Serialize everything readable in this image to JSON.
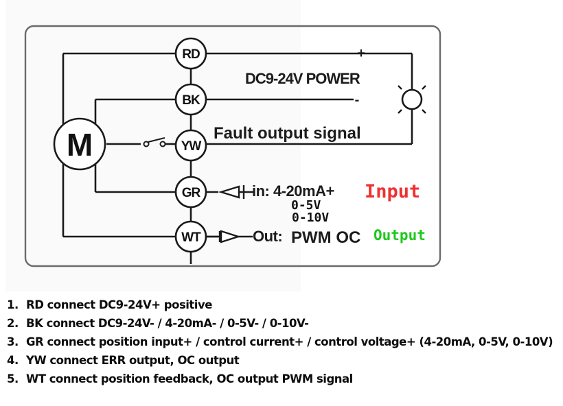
{
  "diagram": {
    "nodes": [
      {
        "id": "RD",
        "label": "RD"
      },
      {
        "id": "BK",
        "label": "BK"
      },
      {
        "id": "YW",
        "label": "YW"
      },
      {
        "id": "GR",
        "label": "GR"
      },
      {
        "id": "WT",
        "label": "WT"
      }
    ],
    "motor_label": "M",
    "power_plus": "+",
    "power_minus": "-",
    "power_label": "DC9-24V POWER",
    "fault_label": "Fault output signal",
    "input_prefix": "in: 4-20mA+",
    "input_tag": "Input",
    "input_range_1": "0-5V",
    "input_range_2": "0-10V",
    "output_prefix": "Out:",
    "output_value": "PWM OC",
    "output_tag": "Output",
    "colors": {
      "input_tag": "#f03030",
      "output_tag": "#1ec81e",
      "line": "#1a1a1a",
      "frame": "#6a6a6a"
    },
    "icons": {
      "motor": "motor-icon",
      "switch": "switch-icon",
      "lamp": "indicator-lamp-icon",
      "input_arrow": "input-arrow-icon",
      "output_arrow": "output-arrow-icon"
    }
  },
  "notes": [
    {
      "num": "1.",
      "text": "RD connect DC9-24V+ positive"
    },
    {
      "num": "2.",
      "text": "BK connect DC9-24V- / 4-20mA- / 0-5V- / 0-10V-"
    },
    {
      "num": "3.",
      "text": "GR connect position input+ / control current+ / control voltage+ (4-20mA, 0-5V, 0-10V)"
    },
    {
      "num": "4.",
      "text": "YW connect ERR output, OC output"
    },
    {
      "num": "5.",
      "text": "WT connect position feedback, OC output PWM signal"
    }
  ]
}
